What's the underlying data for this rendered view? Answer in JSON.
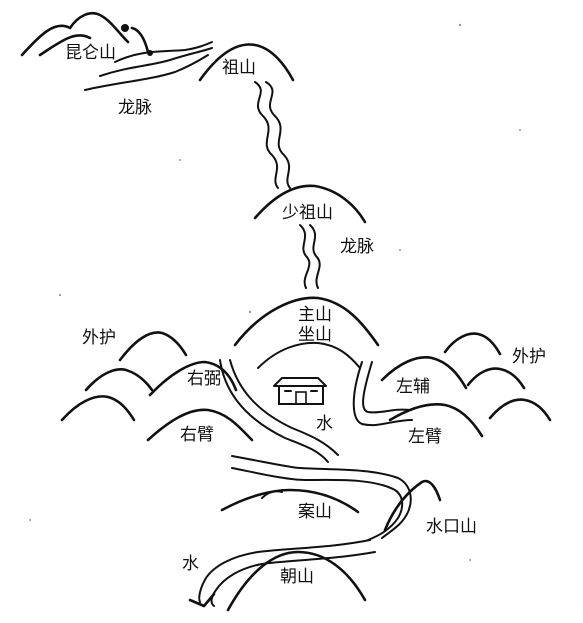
{
  "diagram": {
    "labels": {
      "kunlun": "昆仑山",
      "zushan": "祖山",
      "longmai_top": "龙脉",
      "shaozushan": "少祖山",
      "longmai_mid": "龙脉",
      "zhushan": "主山",
      "zuoshan": "坐山",
      "waihu_left": "外护",
      "waihu_right": "外护",
      "youbi_inner": "右弼",
      "zuofu": "左辅",
      "youbi": "右臂",
      "zuobi": "左臂",
      "shui_center": "水",
      "anshan": "案山",
      "shuikoushan": "水口山",
      "shui_bottom": "水",
      "chaoshan": "朝山"
    }
  }
}
